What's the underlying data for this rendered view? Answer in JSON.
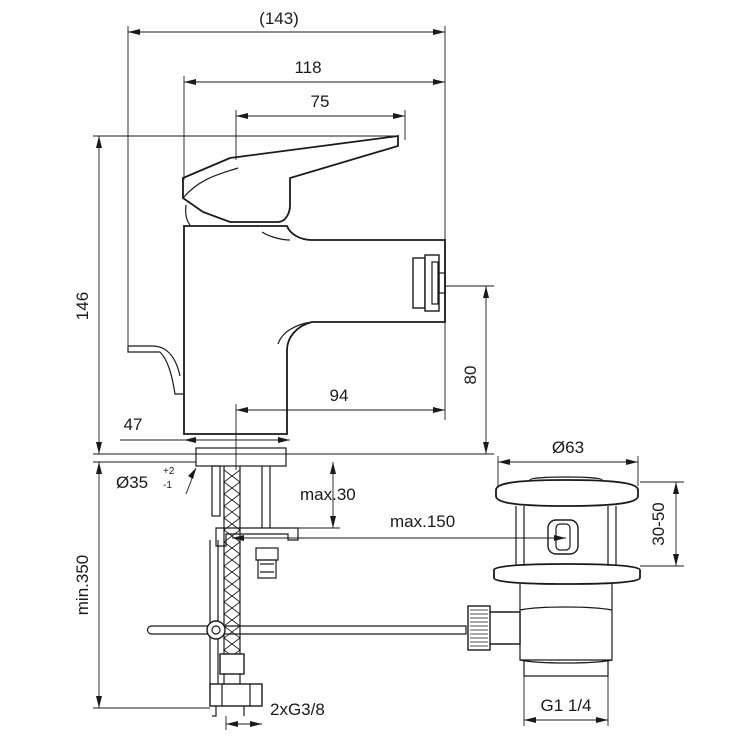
{
  "drawing": {
    "dimensions": {
      "overall_width": "(143)",
      "lever_to_outlet": "118",
      "handle_width": "75",
      "total_height": "146",
      "outlet_height": "80",
      "spout_reach": "94",
      "body_offset": "47",
      "mount_diameter": "Ø35",
      "mount_tol_plus": "+2",
      "mount_tol_minus": "-1",
      "deck_thickness": "max.30",
      "waste_distance": "max.150",
      "hose_length": "min.350",
      "connection_thread": "2xG3/8",
      "waste_diameter": "Ø63",
      "waste_height": "30-50",
      "waste_thread": "G1 1/4"
    }
  }
}
